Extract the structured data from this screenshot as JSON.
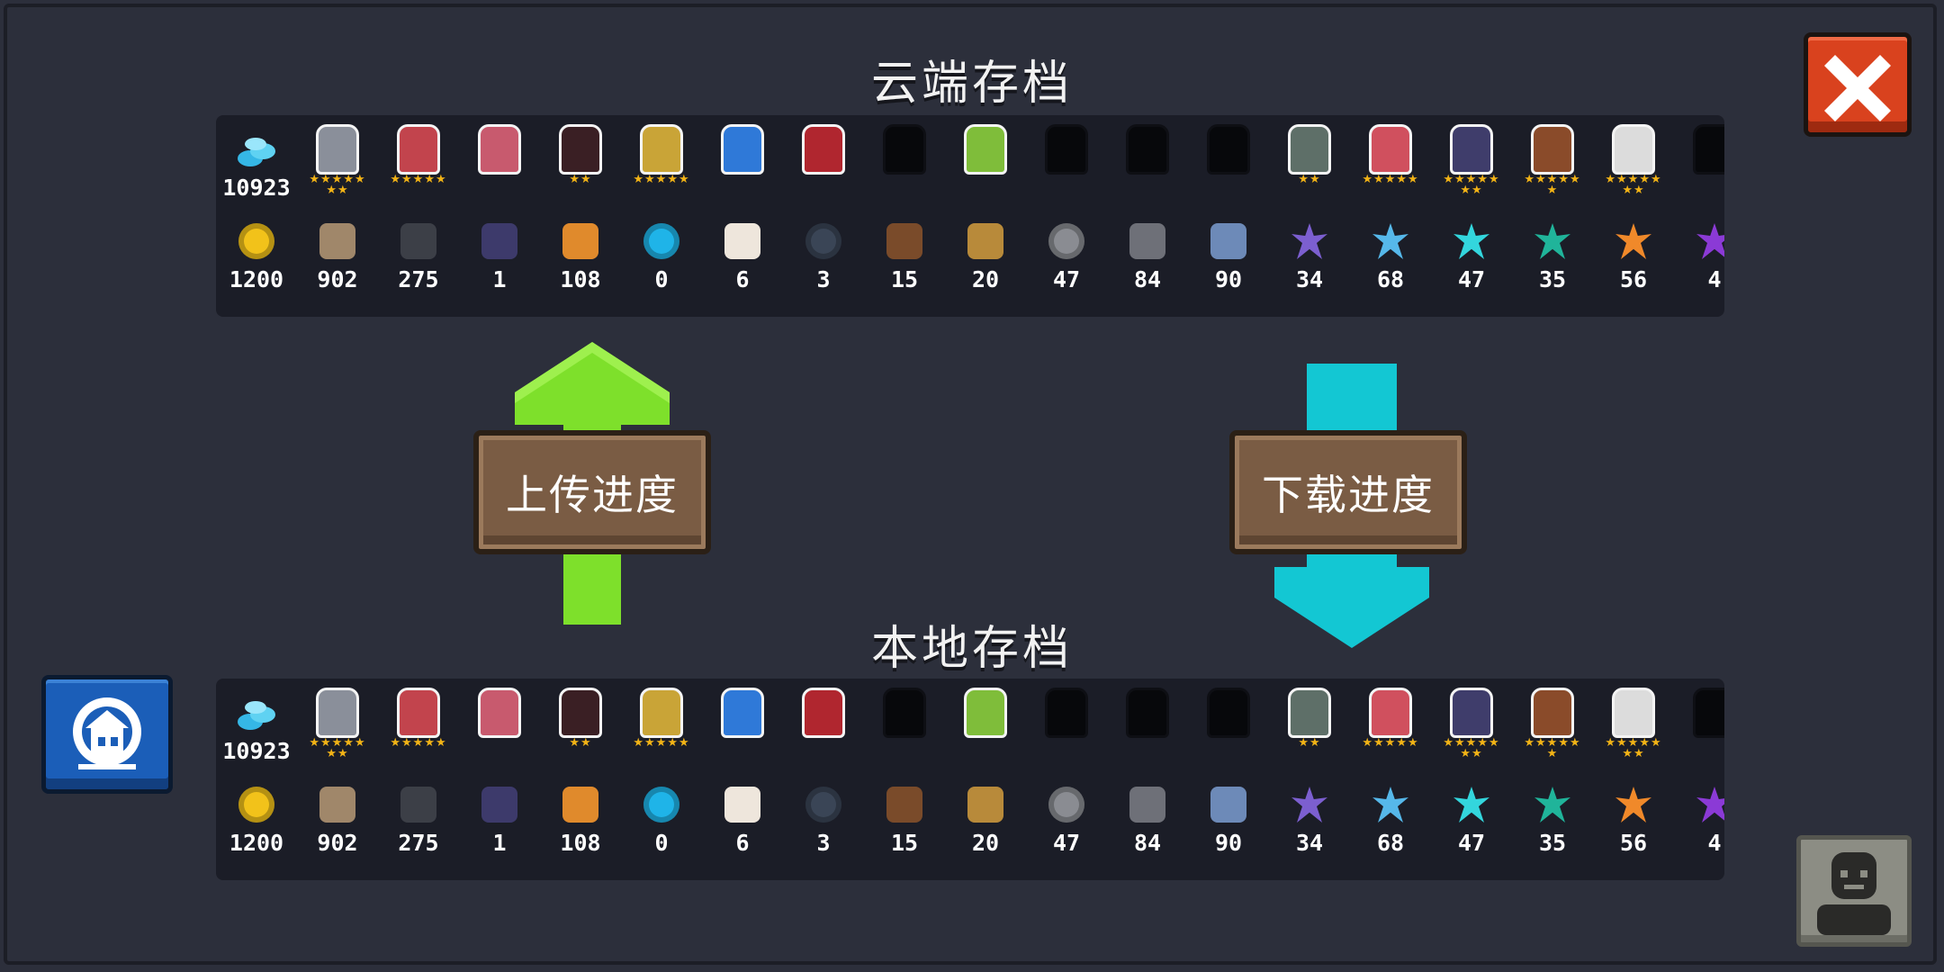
{
  "cloud_title": "云端存档",
  "local_title": "本地存档",
  "upload_label": "上传进度",
  "download_label": "下载进度",
  "buttons": {
    "close_icon": "close-x-icon",
    "save_icon": "save-manager-icon",
    "avatar_icon": "silhouette-icon"
  },
  "colors": {
    "background": "#2c2f3b",
    "panel": "#1b1d27",
    "upload_arrow": "#7ee02b",
    "download_arrow": "#13c7d3",
    "star": "#f2b316",
    "close_button": "#d9421e",
    "save_button": "#1b5eb8"
  },
  "cloud": {
    "gems": "10923",
    "characters": [
      {
        "icon": "knight-icon",
        "stars": "★★★★★\n★★"
      },
      {
        "icon": "rogue-icon",
        "stars": "★★★★★"
      },
      {
        "icon": "witch-icon",
        "stars": ""
      },
      {
        "icon": "assassin-icon",
        "stars": "★★"
      },
      {
        "icon": "robot-icon",
        "stars": "★★★★★"
      },
      {
        "icon": "engineer-icon",
        "stars": ""
      },
      {
        "icon": "vampire-icon",
        "stars": ""
      },
      {
        "icon": "locked-character-icon",
        "stars": ""
      },
      {
        "icon": "elf-icon",
        "stars": ""
      },
      {
        "icon": "locked-character-icon",
        "stars": ""
      },
      {
        "icon": "locked-character-icon",
        "stars": ""
      },
      {
        "icon": "locked-character-icon",
        "stars": ""
      },
      {
        "icon": "officer-icon",
        "stars": "★★"
      },
      {
        "icon": "berserker-icon",
        "stars": "★★★★★"
      },
      {
        "icon": "werewolf-icon",
        "stars": "★★★★★\n★★"
      },
      {
        "icon": "cowboy-icon",
        "stars": "★★★★★\n★"
      },
      {
        "icon": "taoist-icon",
        "stars": "★★★★★\n★★"
      },
      {
        "icon": "locked-character-icon",
        "stars": ""
      }
    ],
    "materials": [
      {
        "icon": "gold-coin-icon",
        "value": "1200"
      },
      {
        "icon": "leather-icon",
        "value": "902"
      },
      {
        "icon": "battery-icon",
        "value": "275"
      },
      {
        "icon": "book-icon",
        "value": "1"
      },
      {
        "icon": "ore-icon",
        "value": "108"
      },
      {
        "icon": "energy-core-icon",
        "value": "0"
      },
      {
        "icon": "cotton-icon",
        "value": "6"
      },
      {
        "icon": "fish-icon",
        "value": "3"
      },
      {
        "icon": "wood-icon",
        "value": "15"
      },
      {
        "icon": "horn-icon",
        "value": "20"
      },
      {
        "icon": "gear-icon",
        "value": "47"
      },
      {
        "icon": "iron-icon",
        "value": "84"
      },
      {
        "icon": "fabric-icon",
        "value": "90"
      },
      {
        "icon": "purple-crystal-icon",
        "value": "34"
      },
      {
        "icon": "blue-crystal-icon",
        "value": "68"
      },
      {
        "icon": "cyan-crystal-icon",
        "value": "47"
      },
      {
        "icon": "teal-crystal-icon",
        "value": "35"
      },
      {
        "icon": "orange-crystal-icon",
        "value": "56"
      },
      {
        "icon": "violet-crystal-icon",
        "value": "4"
      }
    ]
  },
  "local": {
    "gems": "10923",
    "characters": [
      {
        "icon": "knight-icon",
        "stars": "★★★★★\n★★"
      },
      {
        "icon": "rogue-icon",
        "stars": "★★★★★"
      },
      {
        "icon": "witch-icon",
        "stars": ""
      },
      {
        "icon": "assassin-icon",
        "stars": "★★"
      },
      {
        "icon": "robot-icon",
        "stars": "★★★★★"
      },
      {
        "icon": "engineer-icon",
        "stars": ""
      },
      {
        "icon": "vampire-icon",
        "stars": ""
      },
      {
        "icon": "locked-character-icon",
        "stars": ""
      },
      {
        "icon": "elf-icon",
        "stars": ""
      },
      {
        "icon": "locked-character-icon",
        "stars": ""
      },
      {
        "icon": "locked-character-icon",
        "stars": ""
      },
      {
        "icon": "locked-character-icon",
        "stars": ""
      },
      {
        "icon": "officer-icon",
        "stars": "★★"
      },
      {
        "icon": "berserker-icon",
        "stars": "★★★★★"
      },
      {
        "icon": "werewolf-icon",
        "stars": "★★★★★\n★★"
      },
      {
        "icon": "cowboy-icon",
        "stars": "★★★★★\n★"
      },
      {
        "icon": "taoist-icon",
        "stars": "★★★★★\n★★"
      },
      {
        "icon": "locked-character-icon",
        "stars": ""
      }
    ],
    "materials": [
      {
        "icon": "gold-coin-icon",
        "value": "1200"
      },
      {
        "icon": "leather-icon",
        "value": "902"
      },
      {
        "icon": "battery-icon",
        "value": "275"
      },
      {
        "icon": "book-icon",
        "value": "1"
      },
      {
        "icon": "ore-icon",
        "value": "108"
      },
      {
        "icon": "energy-core-icon",
        "value": "0"
      },
      {
        "icon": "cotton-icon",
        "value": "6"
      },
      {
        "icon": "fish-icon",
        "value": "3"
      },
      {
        "icon": "wood-icon",
        "value": "15"
      },
      {
        "icon": "horn-icon",
        "value": "20"
      },
      {
        "icon": "gear-icon",
        "value": "47"
      },
      {
        "icon": "iron-icon",
        "value": "84"
      },
      {
        "icon": "fabric-icon",
        "value": "90"
      },
      {
        "icon": "purple-crystal-icon",
        "value": "34"
      },
      {
        "icon": "blue-crystal-icon",
        "value": "68"
      },
      {
        "icon": "cyan-crystal-icon",
        "value": "47"
      },
      {
        "icon": "teal-crystal-icon",
        "value": "35"
      },
      {
        "icon": "orange-crystal-icon",
        "value": "56"
      },
      {
        "icon": "violet-crystal-icon",
        "value": "4"
      }
    ]
  }
}
